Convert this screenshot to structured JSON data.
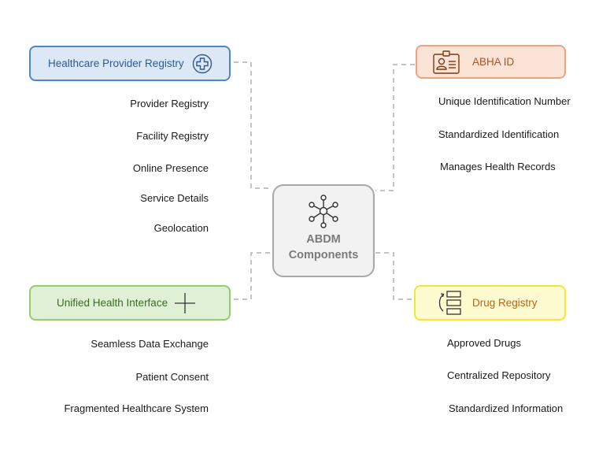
{
  "center": {
    "line1": "ABDM",
    "line2": "Components",
    "icon": "network-hub-icon"
  },
  "nodes": {
    "provider": {
      "label": "Healthcare Provider Registry",
      "icon": "medical-cross-icon",
      "color": "#4f86c6",
      "items": [
        "Provider Registry",
        "Facility Registry",
        "Online Presence",
        "Service Details",
        "Geolocation"
      ]
    },
    "abha": {
      "label": "ABHA ID",
      "icon": "id-card-icon",
      "color": "#e9a57e",
      "items": [
        "Unique Identification Number",
        "Standardized Identification",
        "Manages Health Records"
      ]
    },
    "uhi": {
      "label": "Unified Health Interface",
      "icon": "plus-icon",
      "color": "#92cd6f",
      "items": [
        "Seamless Data Exchange",
        "Patient Consent",
        "Fragmented Healthcare System"
      ]
    },
    "drug": {
      "label": "Drug Registry",
      "icon": "stacked-list-arrow-icon",
      "color": "#f2e33d",
      "items": [
        "Approved Drugs",
        "Centralized Repository",
        "Standardized Information"
      ]
    }
  }
}
